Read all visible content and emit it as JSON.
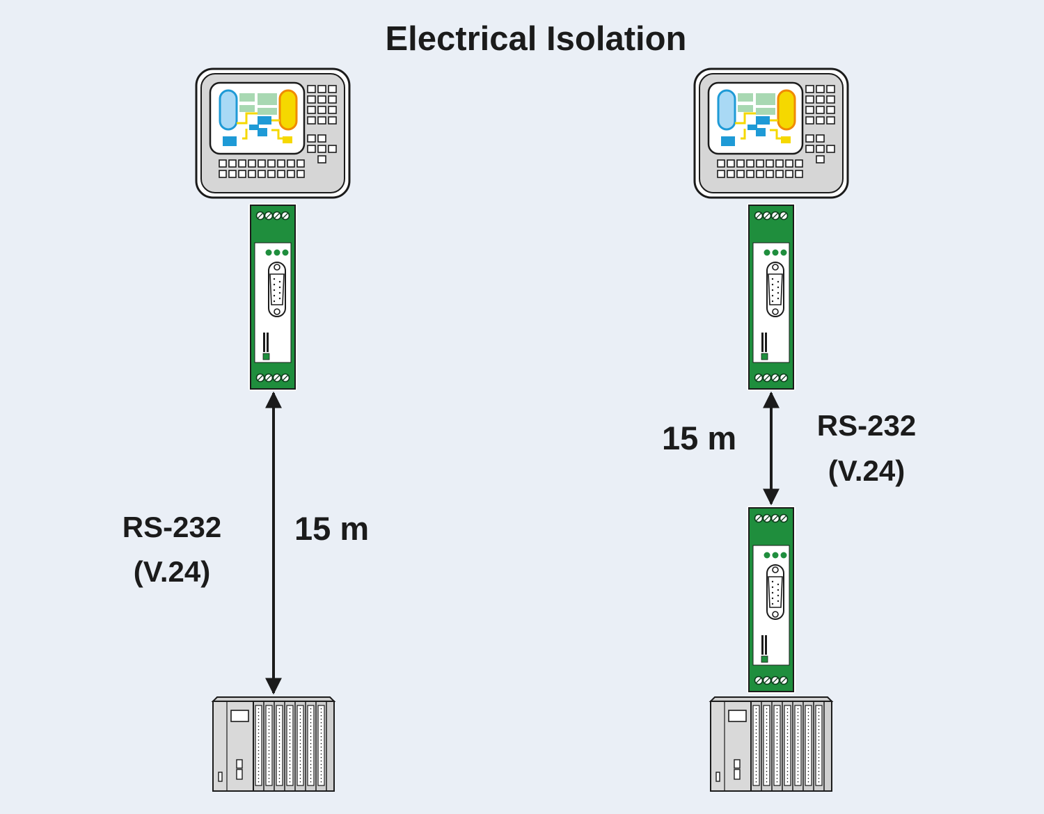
{
  "title": "Electrical Isolation",
  "left": {
    "protocol": "RS-232",
    "protocol_sub": "(V.24)",
    "distance": "15 m"
  },
  "right": {
    "protocol": "RS-232",
    "protocol_sub": "(V.24)",
    "distance": "15 m"
  },
  "colors": {
    "background": "#eaeff6",
    "module_green": "#1f8e3d",
    "screen_blue": "#1e9ad6",
    "screen_yellow": "#f5d800",
    "panel_grey": "#d6d6d6",
    "plc_grey": "#cfcfcf",
    "line_dark": "#1b1b1b"
  }
}
